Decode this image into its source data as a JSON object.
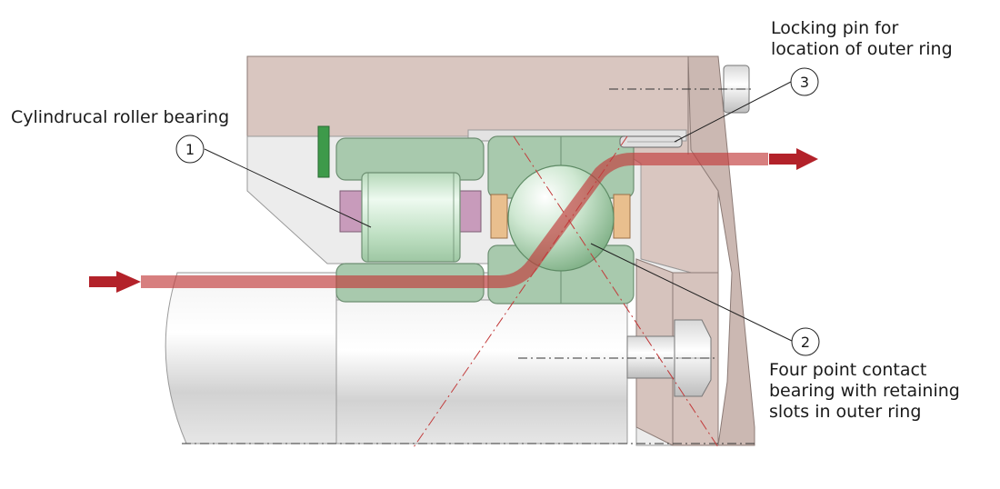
{
  "labels": {
    "cylindrical": "Cylindrucal roller bearing",
    "locking_line1": "Locking pin for",
    "locking_line2": "location of outer ring",
    "fourpoint_line1": "Four point contact",
    "fourpoint_line2": "bearing with retaining",
    "fourpoint_line3": "slots in outer ring"
  },
  "callouts": {
    "c1": "1",
    "c2": "2",
    "c3": "3"
  },
  "colors": {
    "housing": "#d9c6c0",
    "housing_edge": "#8c7b76",
    "shaft": "#dcdcdc",
    "bearing_ring": "#a8c9ad",
    "roller": "#c9e6cc",
    "cage_pink": "#c89bbb",
    "cage_orange": "#e9bf8e",
    "load_path": "#c23a3a",
    "arrow": "#b3222a",
    "seal": "#3e9a4a"
  }
}
